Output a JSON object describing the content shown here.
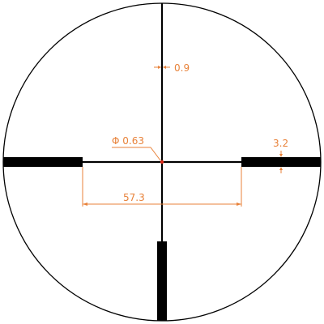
{
  "diagram": {
    "colors": {
      "reticle": "#000000",
      "dimension": "#e8823a",
      "center_dot": "#e02a1a",
      "background": "#ffffff"
    },
    "labels": {
      "thin_line_width": "0.9",
      "center_dot": "Φ 0.63",
      "thick_bar_height": "3.2",
      "inner_gap": "57.3"
    }
  }
}
